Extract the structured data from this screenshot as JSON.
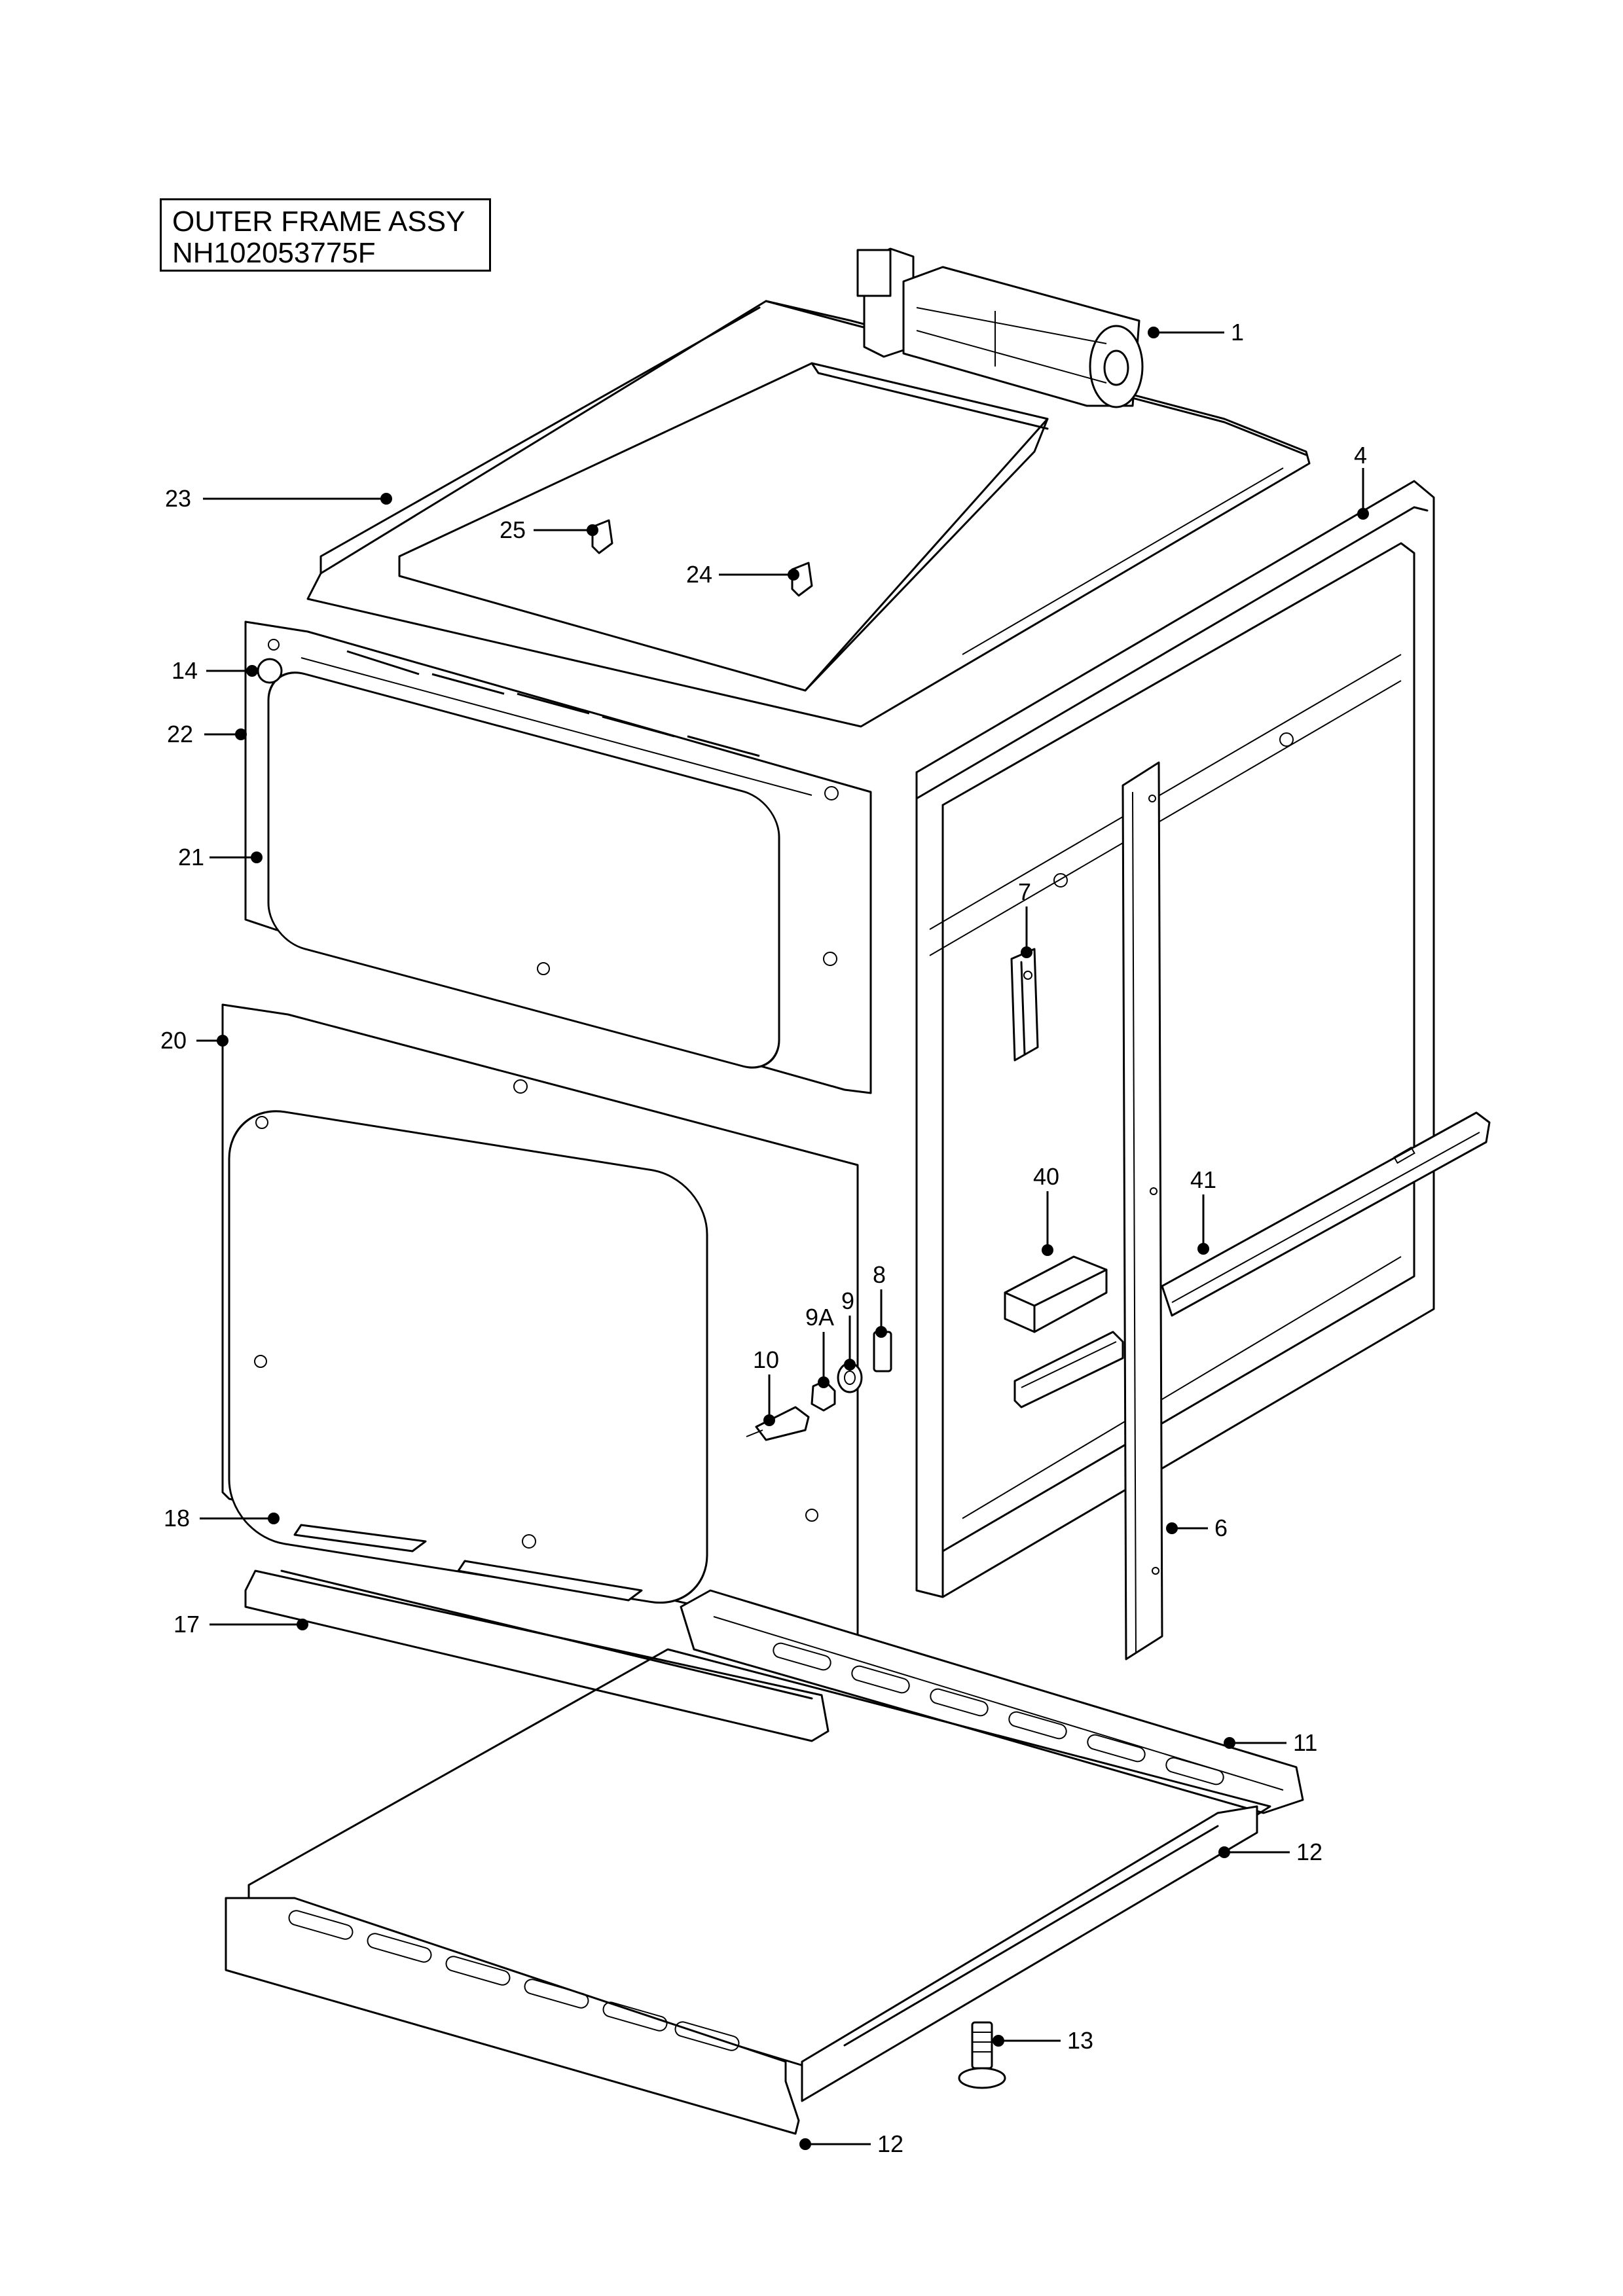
{
  "diagram": {
    "title_line1": "OUTER FRAME ASSY",
    "title_line2": "NH102053775F"
  },
  "callouts": [
    {
      "id": "c1",
      "label": "1"
    },
    {
      "id": "c4",
      "label": "4"
    },
    {
      "id": "c6",
      "label": "6"
    },
    {
      "id": "c7",
      "label": "7"
    },
    {
      "id": "c8",
      "label": "8"
    },
    {
      "id": "c9",
      "label": "9"
    },
    {
      "id": "c9a",
      "label": "9A"
    },
    {
      "id": "c10",
      "label": "10"
    },
    {
      "id": "c11",
      "label": "11"
    },
    {
      "id": "c12a",
      "label": "12"
    },
    {
      "id": "c12b",
      "label": "12"
    },
    {
      "id": "c13",
      "label": "13"
    },
    {
      "id": "c14",
      "label": "14"
    },
    {
      "id": "c17",
      "label": "17"
    },
    {
      "id": "c18",
      "label": "18"
    },
    {
      "id": "c20",
      "label": "20"
    },
    {
      "id": "c21",
      "label": "21"
    },
    {
      "id": "c22",
      "label": "22"
    },
    {
      "id": "c23",
      "label": "23"
    },
    {
      "id": "c24",
      "label": "24"
    },
    {
      "id": "c25",
      "label": "25"
    },
    {
      "id": "c40",
      "label": "40"
    },
    {
      "id": "c41",
      "label": "41"
    }
  ]
}
